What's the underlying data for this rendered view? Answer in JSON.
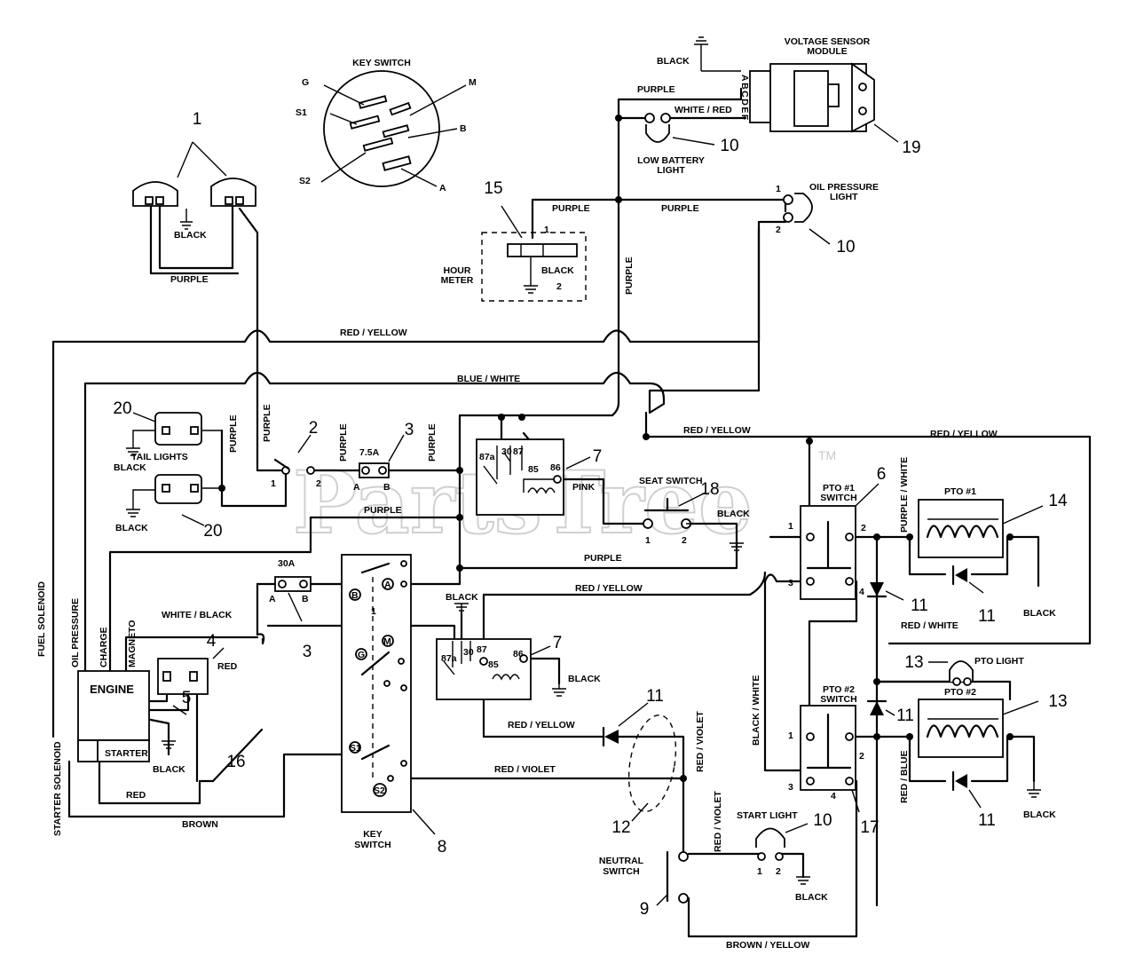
{
  "watermark": {
    "text": "PartsTree",
    "trademark": "TM"
  },
  "components": {
    "key_switch_top": "KEY SWITCH",
    "key_switch_bottom_line1": "KEY",
    "key_switch_bottom_line2": "SWITCH",
    "voltage_sensor_line1": "VOLTAGE SENSOR",
    "voltage_sensor_line2": "MODULE",
    "voltage_pins": "ABCDEF",
    "low_battery_line1": "LOW BATTERY",
    "low_battery_line2": "LIGHT",
    "oil_pressure_line1": "OIL PRESSURE",
    "oil_pressure_line2": "LIGHT",
    "hour_meter_line1": "HOUR",
    "hour_meter_line2": "METER",
    "tail_lights": "TAIL LIGHTS",
    "seat_switch": "SEAT SWITCH",
    "pto1_switch_line1": "PTO #1",
    "pto1_switch_line2": "SWITCH",
    "pto1_clutch": "PTO #1",
    "pto2_switch_line1": "PTO #2",
    "pto2_switch_line2": "SWITCH",
    "pto2_clutch": "PTO #2",
    "pto_light": "PTO LIGHT",
    "engine": "ENGINE",
    "starter": "STARTER",
    "neutral_switch_line1": "NEUTRAL",
    "neutral_switch_line2": "SWITCH",
    "start_light": "START LIGHT",
    "fuse_7_5a": "7.5A",
    "fuse_30a": "30A",
    "relay_pin_30": "30",
    "relay_pin_87": "87",
    "relay_pin_87a": "87a",
    "relay_pin_85": "85",
    "relay_pin_86": "86"
  },
  "key_positions": {
    "g": "G",
    "m": "M",
    "s1": "S1",
    "b": "B",
    "s2": "S2",
    "a": "A"
  },
  "terminals": {
    "a": "A",
    "b": "B",
    "m": "M",
    "g": "G",
    "s1": "S1",
    "s2": "S2",
    "one": "1",
    "two": "2",
    "three": "3",
    "four": "4"
  },
  "engine_leads": {
    "fuel_solenoid": "FUEL SOLENOID",
    "oil_pressure": "OIL PRESSURE",
    "charge": "CHARGE",
    "magneto": "MAGNETO",
    "starter_solenoid": "STARTER SOLENOID"
  },
  "wires": {
    "black": "BLACK",
    "purple": "PURPLE",
    "white_red": "WHITE / RED",
    "red_yellow": "RED / YELLOW",
    "blue_white": "BLUE / WHITE",
    "white_black": "WHITE / BLACK",
    "red_white": "RED / WHITE",
    "purple_white": "PURPLE / WHITE",
    "black_white": "BLACK / WHITE",
    "red_blue": "RED / BLUE",
    "red_violet": "RED / VIOLET",
    "pink": "PINK",
    "red": "RED",
    "brown": "BROWN",
    "brown_yellow": "BROWN / YELLOW"
  },
  "callouts": {
    "n1": "1",
    "n2": "2",
    "n3": "3",
    "n4": "4",
    "n5": "5",
    "n6": "6",
    "n7": "7",
    "n8": "8",
    "n9": "9",
    "n10": "10",
    "n11": "11",
    "n12": "12",
    "n13": "13",
    "n14": "14",
    "n15": "15",
    "n16": "16",
    "n17": "17",
    "n18": "18",
    "n19": "19",
    "n20": "20"
  }
}
